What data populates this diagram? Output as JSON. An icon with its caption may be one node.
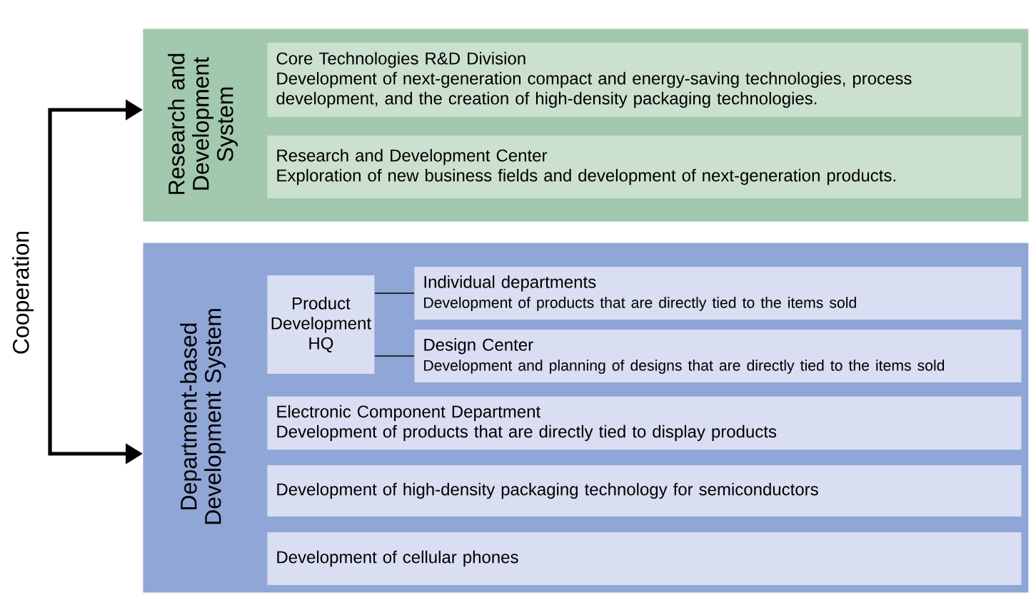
{
  "diagram": {
    "nodes": [
      {
        "text": [
          "Research and Development System"
        ]
      },
      {
        "text": [
          "Core Technologies R&D Division",
          "Development of next-generation compact and energy-saving technologies, process development, and the creation of high-density packaging technologies."
        ],
        "in": 0
      },
      {
        "text": [
          "Research and Development Center",
          "Exploration of new business fields and development of next-generation products."
        ],
        "in": 0
      },
      {
        "text": [
          "Department-based Development System"
        ]
      },
      {
        "text": [
          "Product Development HQ"
        ],
        "in": 3
      },
      {
        "text": [
          "Individual departments",
          "Development of products that are directly tied to the items sold"
        ],
        "in": 3
      },
      {
        "text": [
          "Design Center",
          "Development and planning of designs that are directly tied to the items sold"
        ],
        "in": 3
      },
      {
        "text": [
          "Electronic Component Department",
          "Development of products that are directly tied to display products"
        ],
        "in": 3
      },
      {
        "text": [
          "Development of high-density packaging technology for semiconductors"
        ],
        "in": 3
      },
      {
        "text": [
          "Development of cellular phones"
        ],
        "in": 3
      }
    ],
    "edges": [
      {
        "from": 0,
        "to": 3,
        "arrow": "both",
        "label": "Cooperation",
        "style": "thick"
      },
      {
        "from": 4,
        "to": 5,
        "arrow": "none"
      },
      {
        "from": 4,
        "to": 6,
        "arrow": "none"
      }
    ]
  }
}
